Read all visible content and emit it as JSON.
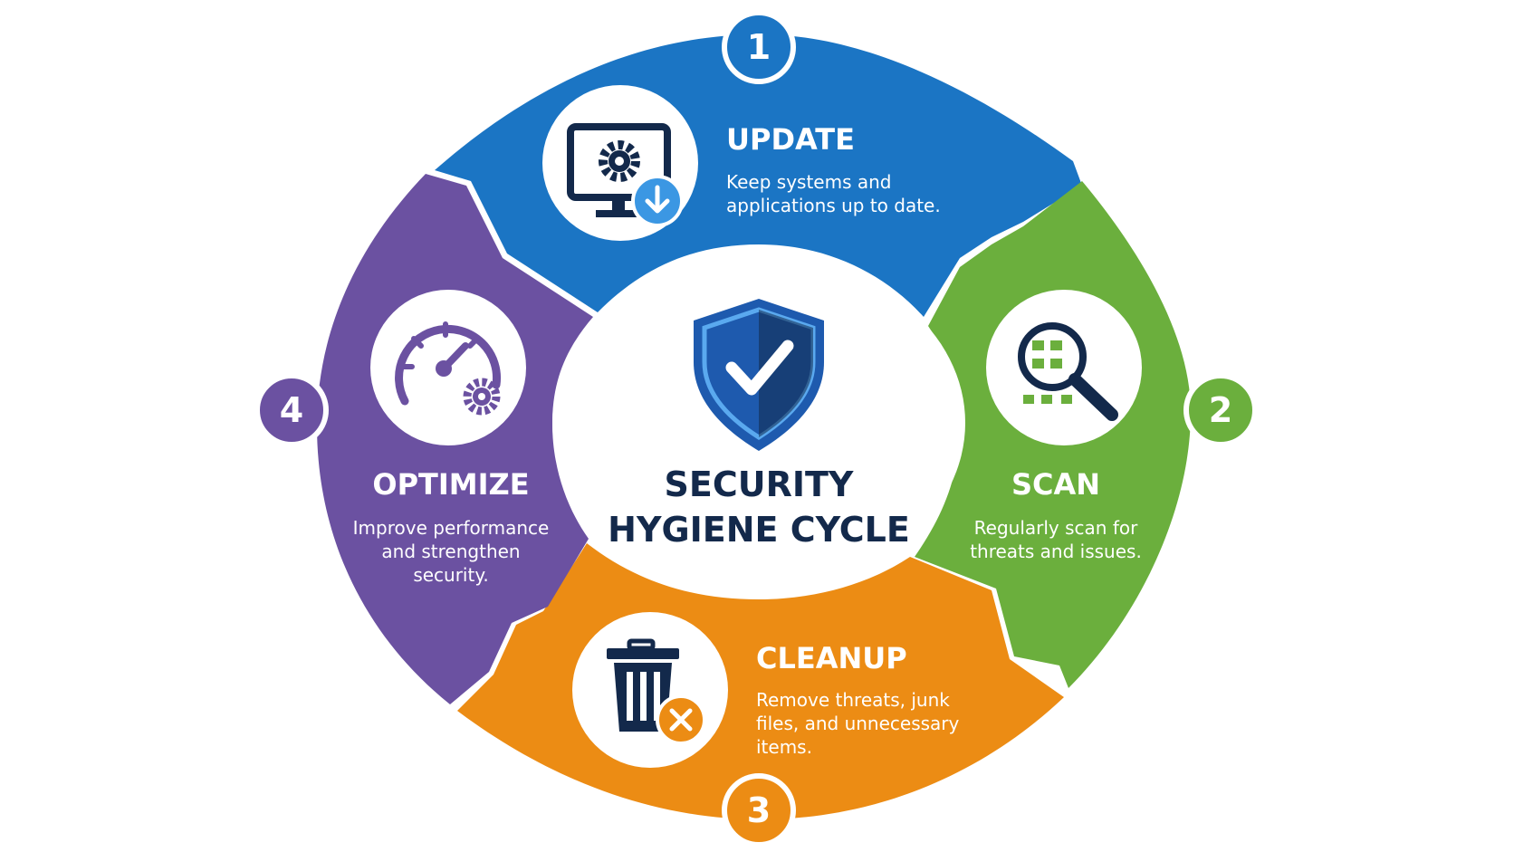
{
  "center": {
    "title_line1": "SECURITY",
    "title_line2": "HYGIENE CYCLE",
    "icon": "shield-check-icon"
  },
  "steps": [
    {
      "number": "1",
      "title": "UPDATE",
      "description": [
        "Keep systems and",
        "applications up to date."
      ],
      "icon": "monitor-gear-download-icon",
      "color": "#1B75C4"
    },
    {
      "number": "2",
      "title": "SCAN",
      "description": [
        "Regularly scan for",
        "threats and issues."
      ],
      "icon": "magnifier-scan-icon",
      "color": "#6BAF3D"
    },
    {
      "number": "3",
      "title": "CLEANUP",
      "description": [
        "Remove threats, junk",
        "files, and unnecessary",
        "items."
      ],
      "icon": "trash-delete-icon",
      "color": "#EC8C14"
    },
    {
      "number": "4",
      "title": "OPTIMIZE",
      "description": [
        "Improve performance",
        "and strengthen",
        "security."
      ],
      "icon": "gauge-gear-icon",
      "color": "#6B51A1"
    }
  ],
  "colors": {
    "navy": "#13294B",
    "blue": "#1B75C4",
    "green": "#6BAF3D",
    "orange": "#EC8C14",
    "purple": "#6B51A1"
  }
}
